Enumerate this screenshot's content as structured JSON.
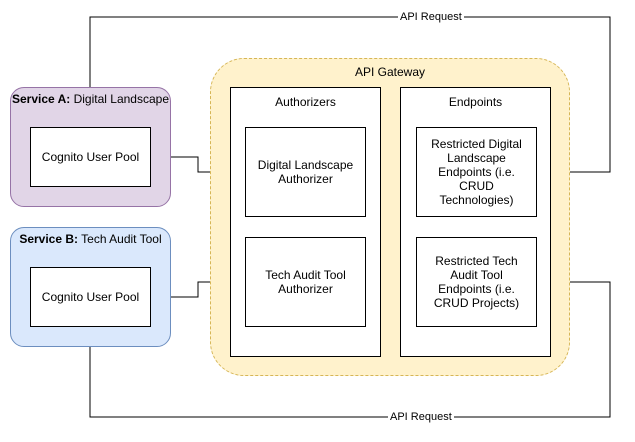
{
  "service_a": {
    "title_bold": "Service A:",
    "title_rest": " Digital Landscape",
    "user_pool": "Cognito User Pool",
    "fill": "#e1d5e7",
    "stroke": "#9673a6"
  },
  "service_b": {
    "title_bold": "Service B:",
    "title_rest": " Tech Audit Tool",
    "user_pool": "Cognito User Pool",
    "fill": "#dae8fc",
    "stroke": "#6c8ebf"
  },
  "gateway": {
    "title": "API Gateway",
    "fill": "#fff2cc",
    "stroke": "#d6b656",
    "authorizers": {
      "title": "Authorizers",
      "digital_landscape": "Digital Landscape Authorizer",
      "tech_audit": "Tech Audit Tool Authorizer"
    },
    "endpoints": {
      "title": "Endpoints",
      "digital_landscape": "Restricted Digital Landscape Endpoints (i.e. CRUD Technologies)",
      "tech_audit": "Restricted Tech Audit Tool Endpoints (i.e. CRUD Projects)"
    }
  },
  "api_request_top": "API Request",
  "api_request_bottom": "API Request"
}
